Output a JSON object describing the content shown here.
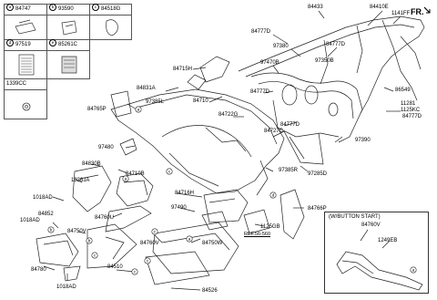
{
  "diagram": {
    "direction_label": "FR.",
    "legend_cells": [
      {
        "letter": "a",
        "code": "84747",
        "icon": "clip-part-icon"
      },
      {
        "letter": "b",
        "code": "93590",
        "icon": "switch-part-icon"
      },
      {
        "letter": "c",
        "code": "84518G",
        "icon": "bracket-part-icon"
      },
      {
        "letter": "d",
        "code": "97519",
        "icon": "vent-grille-icon"
      },
      {
        "letter": "e",
        "code": "85261C",
        "icon": "sensor-cover-icon"
      },
      {
        "letter": "",
        "code": "1339CC",
        "icon": "clip-ring-icon"
      }
    ],
    "part_labels": [
      {
        "id": "84433",
        "text": "84433"
      },
      {
        "id": "84410E",
        "text": "84410E"
      },
      {
        "id": "1141FF",
        "text": "1141FF"
      },
      {
        "id": "84777D_a",
        "text": "84777D"
      },
      {
        "id": "97380",
        "text": "97380"
      },
      {
        "id": "84777D_b",
        "text": "84777D"
      },
      {
        "id": "97350B",
        "text": "97350B"
      },
      {
        "id": "97470B",
        "text": "97470B"
      },
      {
        "id": "84715H",
        "text": "84715H"
      },
      {
        "id": "84831A",
        "text": "84831A"
      },
      {
        "id": "84777D_c",
        "text": "84777D"
      },
      {
        "id": "86549",
        "text": "86549"
      },
      {
        "id": "97385L",
        "text": "97385L"
      },
      {
        "id": "84710",
        "text": "84710"
      },
      {
        "id": "84765P",
        "text": "84765P"
      },
      {
        "id": "84722G",
        "text": "84722G"
      },
      {
        "id": "11281",
        "text": "11281"
      },
      {
        "id": "1125KC",
        "text": "1125KC"
      },
      {
        "id": "84777D_d",
        "text": "84777D"
      },
      {
        "id": "84777D_e",
        "text": "84777D"
      },
      {
        "id": "84727C",
        "text": "84727C"
      },
      {
        "id": "97390",
        "text": "97390"
      },
      {
        "id": "97480",
        "text": "97480"
      },
      {
        "id": "84830B",
        "text": "84830B"
      },
      {
        "id": "97385R",
        "text": "97385R"
      },
      {
        "id": "97285D",
        "text": "97285D"
      },
      {
        "id": "84710B",
        "text": "84710B"
      },
      {
        "id": "1336JA",
        "text": "1336JA"
      },
      {
        "id": "1018AD_a",
        "text": "1018AD"
      },
      {
        "id": "84716H",
        "text": "84716H"
      },
      {
        "id": "84852",
        "text": "84852"
      },
      {
        "id": "1018AD_b",
        "text": "1018AD"
      },
      {
        "id": "84760U",
        "text": "84760U"
      },
      {
        "id": "97490",
        "text": "97490"
      },
      {
        "id": "84766P",
        "text": "84766P"
      },
      {
        "id": "1125GB",
        "text": "1125GB"
      },
      {
        "id": "REF",
        "text": "REF.56-560"
      },
      {
        "id": "84750V",
        "text": "84750V"
      },
      {
        "id": "84760V",
        "text": "84760V"
      },
      {
        "id": "84750W",
        "text": "84750W"
      },
      {
        "id": "84780",
        "text": "84780"
      },
      {
        "id": "84510",
        "text": "84510"
      },
      {
        "id": "1018AD_c",
        "text": "1018AD"
      },
      {
        "id": "84526",
        "text": "84526"
      }
    ],
    "button_start_box": {
      "title": "(W/BUTTON START)",
      "labels": [
        {
          "id": "bs_84760V",
          "text": "84760V"
        },
        {
          "id": "bs_1249EB",
          "text": "1249EB"
        }
      ]
    }
  }
}
